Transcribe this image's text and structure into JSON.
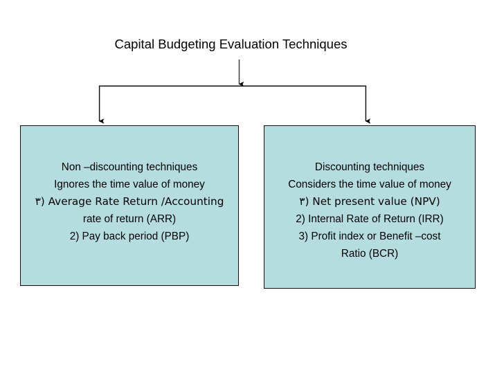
{
  "slide": {
    "title": "Capital Budgeting Evaluation Techniques",
    "background_color": "#ffffff",
    "box_fill_color": "#b5dde0",
    "box_border_color": "#111111",
    "text_color": "#000000"
  },
  "diagram": {
    "type": "flowchart",
    "orientation": "top-down",
    "root_label": "Capital Budgeting Evaluation Techniques",
    "branches": 2,
    "connector": {
      "stem_arrow": "down-arrow",
      "left_arrow": "down-arrow",
      "right_arrow": "down-arrow"
    }
  },
  "boxes": {
    "left": {
      "name": "non-discounting-techniques",
      "lines": [
        "Non –discounting techniques",
        "Ignores the time value of money",
        "٣)  Average Rate Return /Accounting",
        "rate of return (ARR)",
        "2) Pay back period (PBP)"
      ],
      "heading": "Non –discounting techniques",
      "description": "Ignores the time value of money",
      "items": [
        "٣)  Average Rate Return /Accounting rate of return (ARR)",
        "2) Pay back period (PBP)"
      ]
    },
    "right": {
      "name": "discounting-techniques",
      "lines": [
        "Discounting techniques",
        "Considers the time value of money",
        "٣)  Net present value (NPV)",
        "2) Internal Rate of Return (IRR)",
        "3) Profit index or Benefit –cost",
        "Ratio (BCR)"
      ],
      "heading": "Discounting techniques",
      "description": "Considers the time value of money",
      "items": [
        "٣)  Net present value (NPV)",
        "2) Internal Rate of Return (IRR)",
        "3) Profit index or Benefit –cost Ratio (BCR)"
      ]
    }
  }
}
